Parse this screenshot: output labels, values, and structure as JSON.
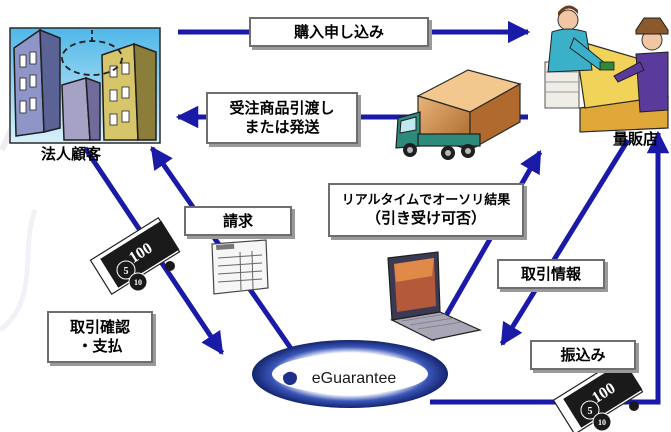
{
  "nodes": {
    "corporate_customer": "法人顧客",
    "mass_retailer": "量販店",
    "eguarantee": "eGuarantee"
  },
  "labels": {
    "purchase_application": "購入申し込み",
    "delivery_line1": "受注商品引渡し",
    "delivery_line2": "または発送",
    "invoice": "請求",
    "realtime_line1": "リアルタイムでオーソリ結果",
    "realtime_line2": "（引き受け可否）",
    "transaction_info": "取引情報",
    "confirm_line1": "取引確認",
    "confirm_line2": "・支払",
    "transfer": "振込み"
  },
  "banknote_value": "100",
  "coin_values": [
    "5",
    "10"
  ],
  "colors": {
    "arrow": "#1a1aa8",
    "eguarantee_ring": "#1f2f8c",
    "label_border": "#6e6e6e"
  }
}
